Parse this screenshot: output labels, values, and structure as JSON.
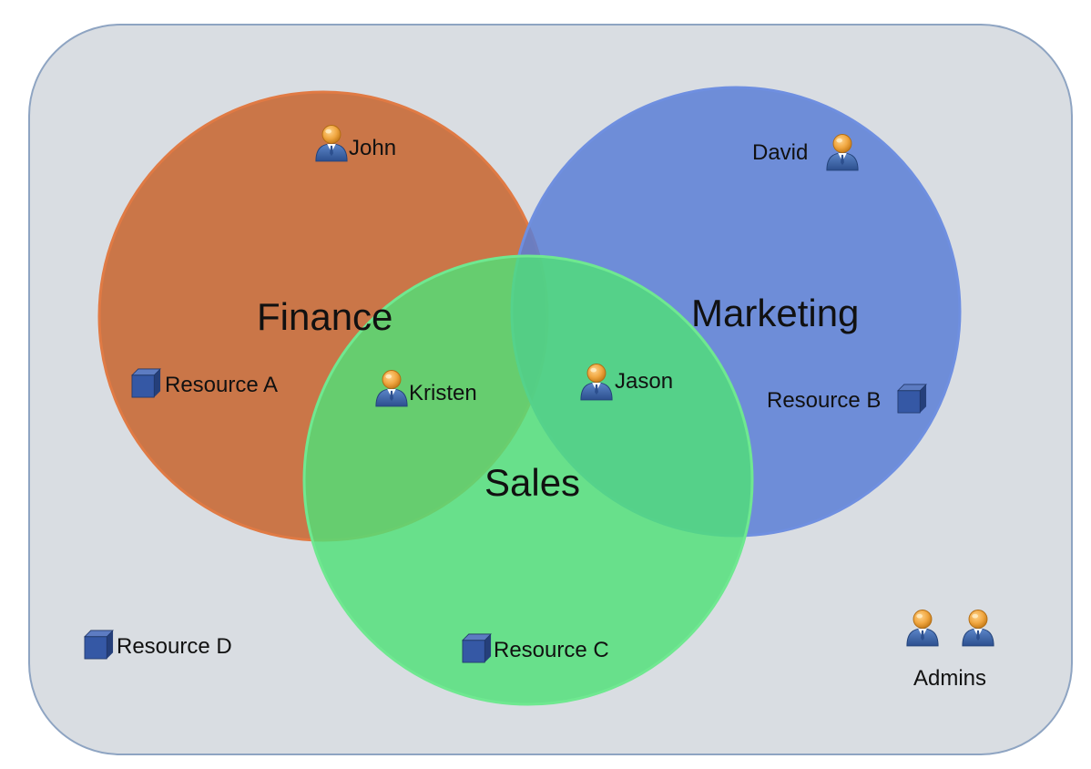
{
  "diagram": {
    "groups": [
      {
        "id": "finance",
        "label": "Finance",
        "color": "#c9703f"
      },
      {
        "id": "marketing",
        "label": "Marketing",
        "color": "#5b7fd6"
      },
      {
        "id": "sales",
        "label": "Sales",
        "color": "#4fe077"
      }
    ],
    "people": [
      {
        "id": "john",
        "label": "John",
        "icon": "user-icon"
      },
      {
        "id": "david",
        "label": "David",
        "icon": "user-icon"
      },
      {
        "id": "kristen",
        "label": "Kristen",
        "icon": "user-icon"
      },
      {
        "id": "jason",
        "label": "Jason",
        "icon": "user-icon"
      }
    ],
    "resources": [
      {
        "id": "resource-a",
        "label": "Resource A",
        "icon": "cube-icon"
      },
      {
        "id": "resource-b",
        "label": "Resource B",
        "icon": "cube-icon"
      },
      {
        "id": "resource-c",
        "label": "Resource C",
        "icon": "cube-icon"
      },
      {
        "id": "resource-d",
        "label": "Resource D",
        "icon": "cube-icon"
      }
    ],
    "admins": {
      "label": "Admins",
      "icon": "user-icon",
      "count": 2
    },
    "background_color": "#d9dde2",
    "border_color": "#8ea4c2"
  }
}
